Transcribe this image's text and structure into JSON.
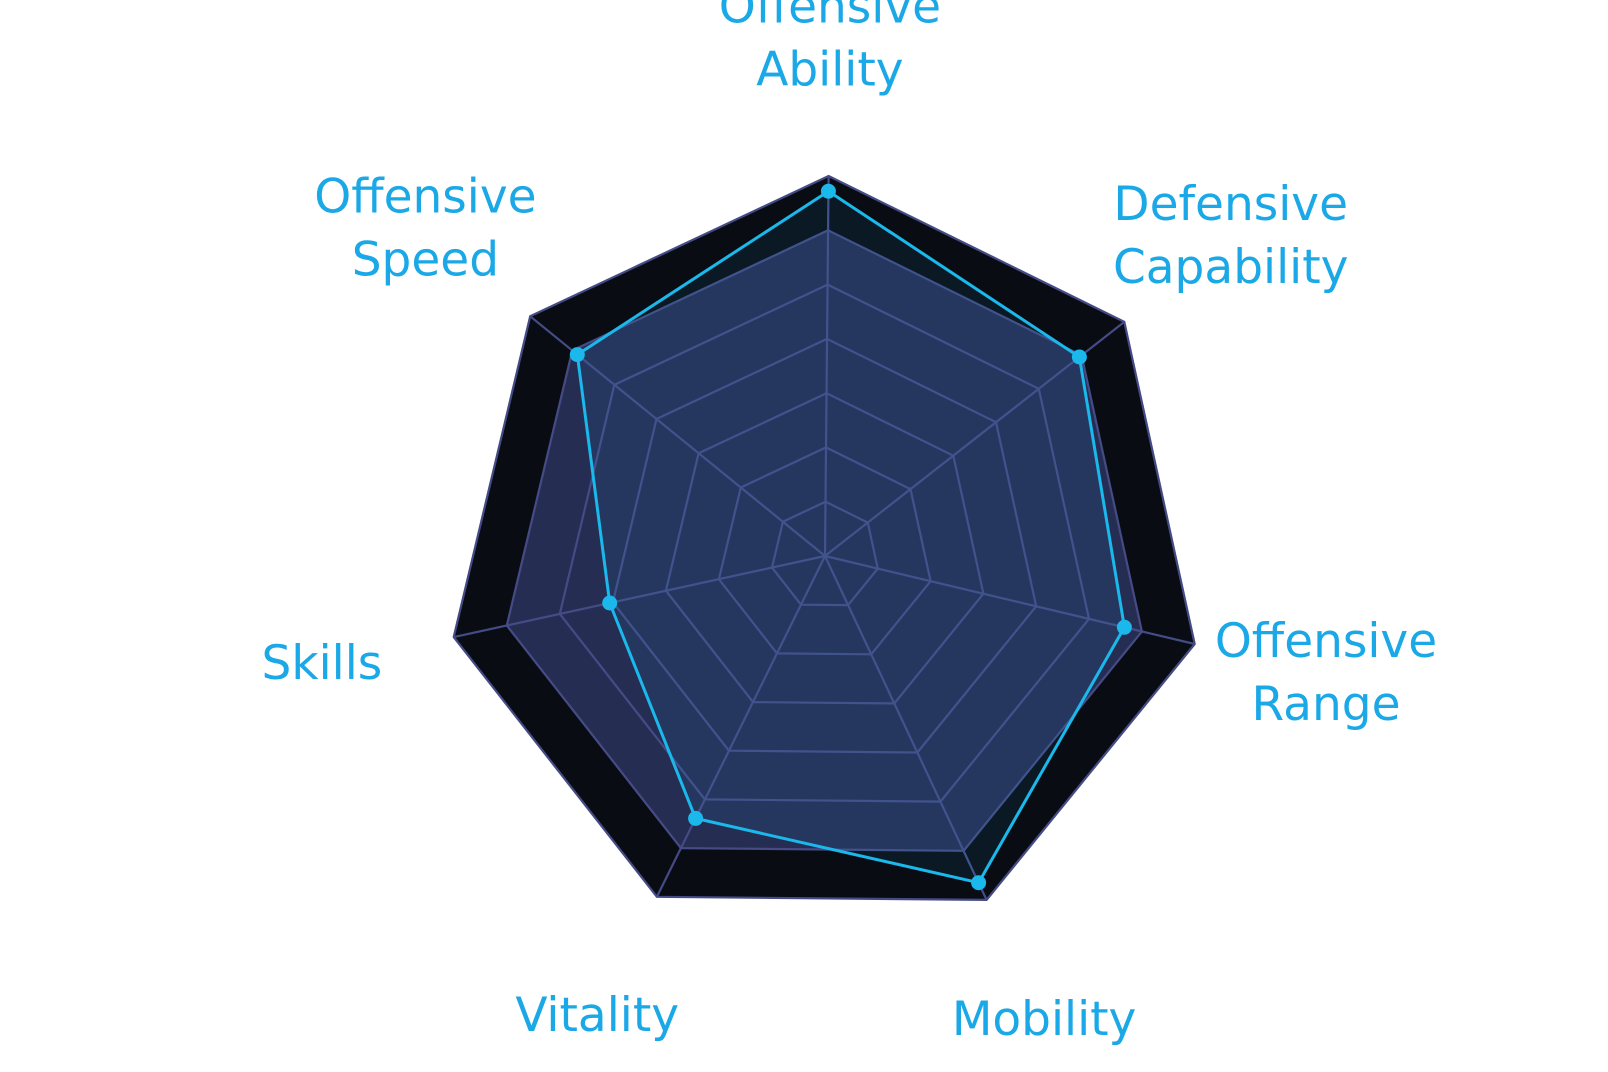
{
  "chart_data": {
    "type": "radar",
    "title": "",
    "axes": [
      {
        "label_lines": [
          "Offensive",
          "Ability"
        ]
      },
      {
        "label_lines": [
          "Defensive",
          "Capability"
        ]
      },
      {
        "label_lines": [
          "Offensive",
          "Range"
        ]
      },
      {
        "label_lines": [
          "Mobility"
        ]
      },
      {
        "label_lines": [
          "Vitality"
        ]
      },
      {
        "label_lines": [
          "Skills"
        ]
      },
      {
        "label_lines": [
          "Offensive",
          "Speed"
        ]
      }
    ],
    "series": [
      {
        "values": [
          0.96,
          0.85,
          0.81,
          0.95,
          0.77,
          0.58,
          0.84
        ]
      }
    ],
    "range": [
      0,
      1
    ],
    "ring_count": 7,
    "show_grid": true,
    "colors": {
      "outer_fill": "#0a0c14",
      "inner_fill": "#262d52",
      "grid": "#454b85",
      "series": "#1bb8ec",
      "label": "#1aa8e6"
    }
  }
}
